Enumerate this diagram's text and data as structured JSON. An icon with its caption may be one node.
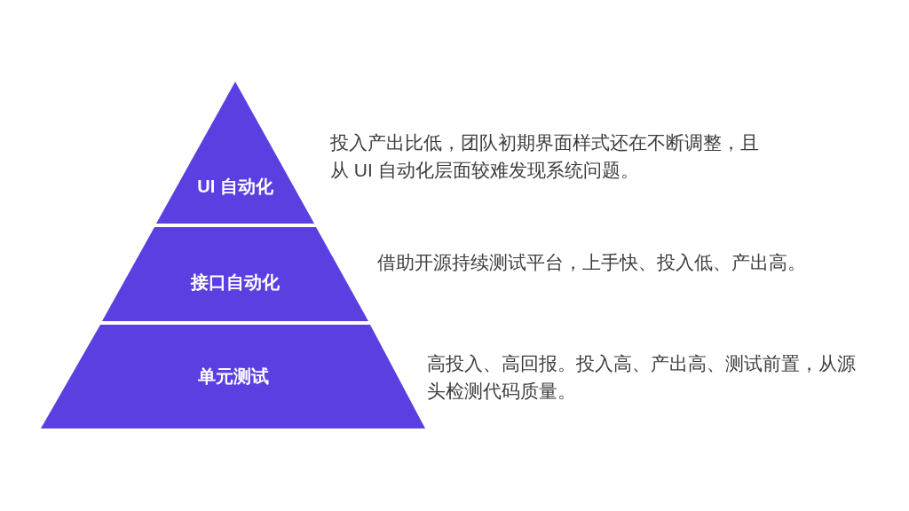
{
  "diagram": {
    "nodes": [
      {
        "text": [
          "UI 自动化"
        ],
        "beside": [
          "投入产出比低，团队初期界面样式还在不断调整，且从 UI 自动化层面较难发现系统问题。"
        ]
      },
      {
        "text": [
          "接口自动化"
        ],
        "beside": [
          "借助开源持续测试平台，上手快、投入低、产出高。"
        ]
      },
      {
        "text": [
          "单元测试"
        ],
        "beside": [
          "高投入、高回报。投入高、产出高、测试前置，从源头检测代码质量。"
        ]
      }
    ]
  }
}
